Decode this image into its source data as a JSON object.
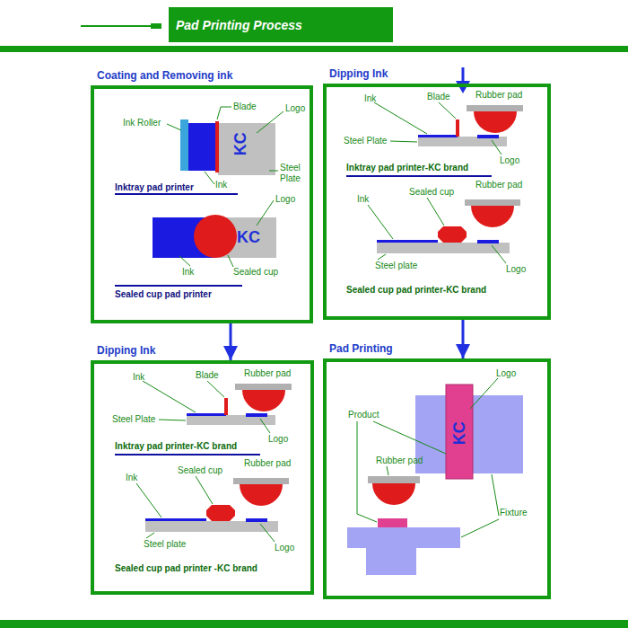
{
  "diagram": {
    "title": "Pad Printing Process",
    "nodes": [
      {
        "text": [
          "Coating and Removing ink"
        ]
      },
      {
        "text": [
          "Dipping Ink"
        ]
      },
      {
        "text": [
          "Dipping Ink"
        ]
      },
      {
        "text": [
          "Pad Printing"
        ]
      }
    ],
    "edges": [
      {
        "from": 0,
        "to": 2,
        "arrow": "to"
      },
      {
        "from": 1,
        "to": 3,
        "arrow": "to"
      }
    ],
    "labels": [
      "Blade",
      "Logo",
      "Ink Roller",
      "KC",
      "Steel Plate",
      "Ink",
      "Inktray pad printer",
      "Logo",
      "KC",
      "Ink",
      "Sealed cup",
      "Sealed cup pad printer",
      "Ink",
      "Blade",
      "Rubber pad",
      "Steel Plate",
      "Logo",
      "Inktray pad printer-KC brand",
      "Ink",
      "Sealed cup",
      "Rubber pad",
      "Steel plate",
      "Logo",
      "Sealed cup pad printer-KC brand",
      "Ink",
      "Blade",
      "Rubber pad",
      "Steel Plate",
      "Logo",
      "Inktray pad printer-KC brand",
      "Ink",
      "Sealed cup",
      "Rubber pad",
      "Steel plate",
      "Logo",
      "Sealed cup pad printer -KC brand",
      "Logo",
      "Product",
      "KC",
      "Rubber pad",
      "Fixture"
    ]
  }
}
